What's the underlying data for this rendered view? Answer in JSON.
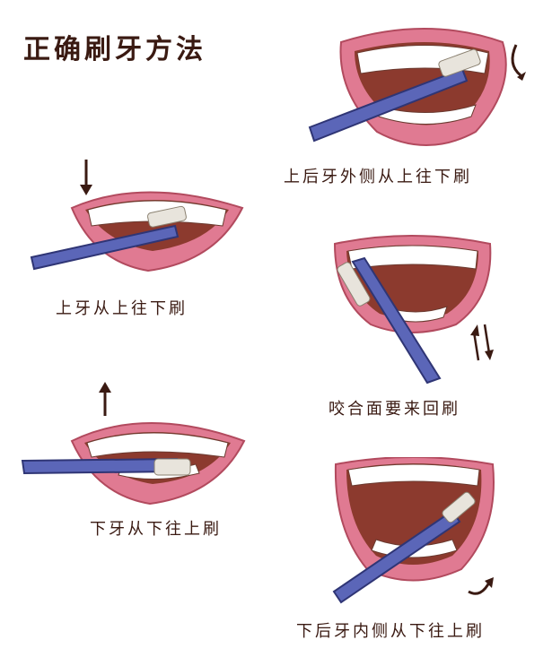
{
  "title": "正确刷牙方法",
  "panels": [
    {
      "name": "upper-back-outer",
      "caption": "上后牙外侧从上往下刷",
      "arrow": "curved-down-arrow"
    },
    {
      "name": "upper-front",
      "caption": "上牙从上往下刷",
      "arrow": "down-arrow"
    },
    {
      "name": "chewing-surface",
      "caption": "咬合面要来回刷",
      "arrow": "up-down-arrows"
    },
    {
      "name": "lower-front",
      "caption": "下牙从下往上刷",
      "arrow": "up-arrow"
    },
    {
      "name": "lower-back-inner",
      "caption": "下后牙内侧从下往上刷",
      "arrow": "curved-up-arrow"
    }
  ],
  "colors": {
    "lips": "#e07a92",
    "lip_outline": "#b24a5e",
    "mouth_interior": "#8c3a2e",
    "teeth": "#ffffff",
    "toothbrush": "#5b66b8",
    "bristles": "#e8e4dc",
    "text": "#3a1a12"
  }
}
